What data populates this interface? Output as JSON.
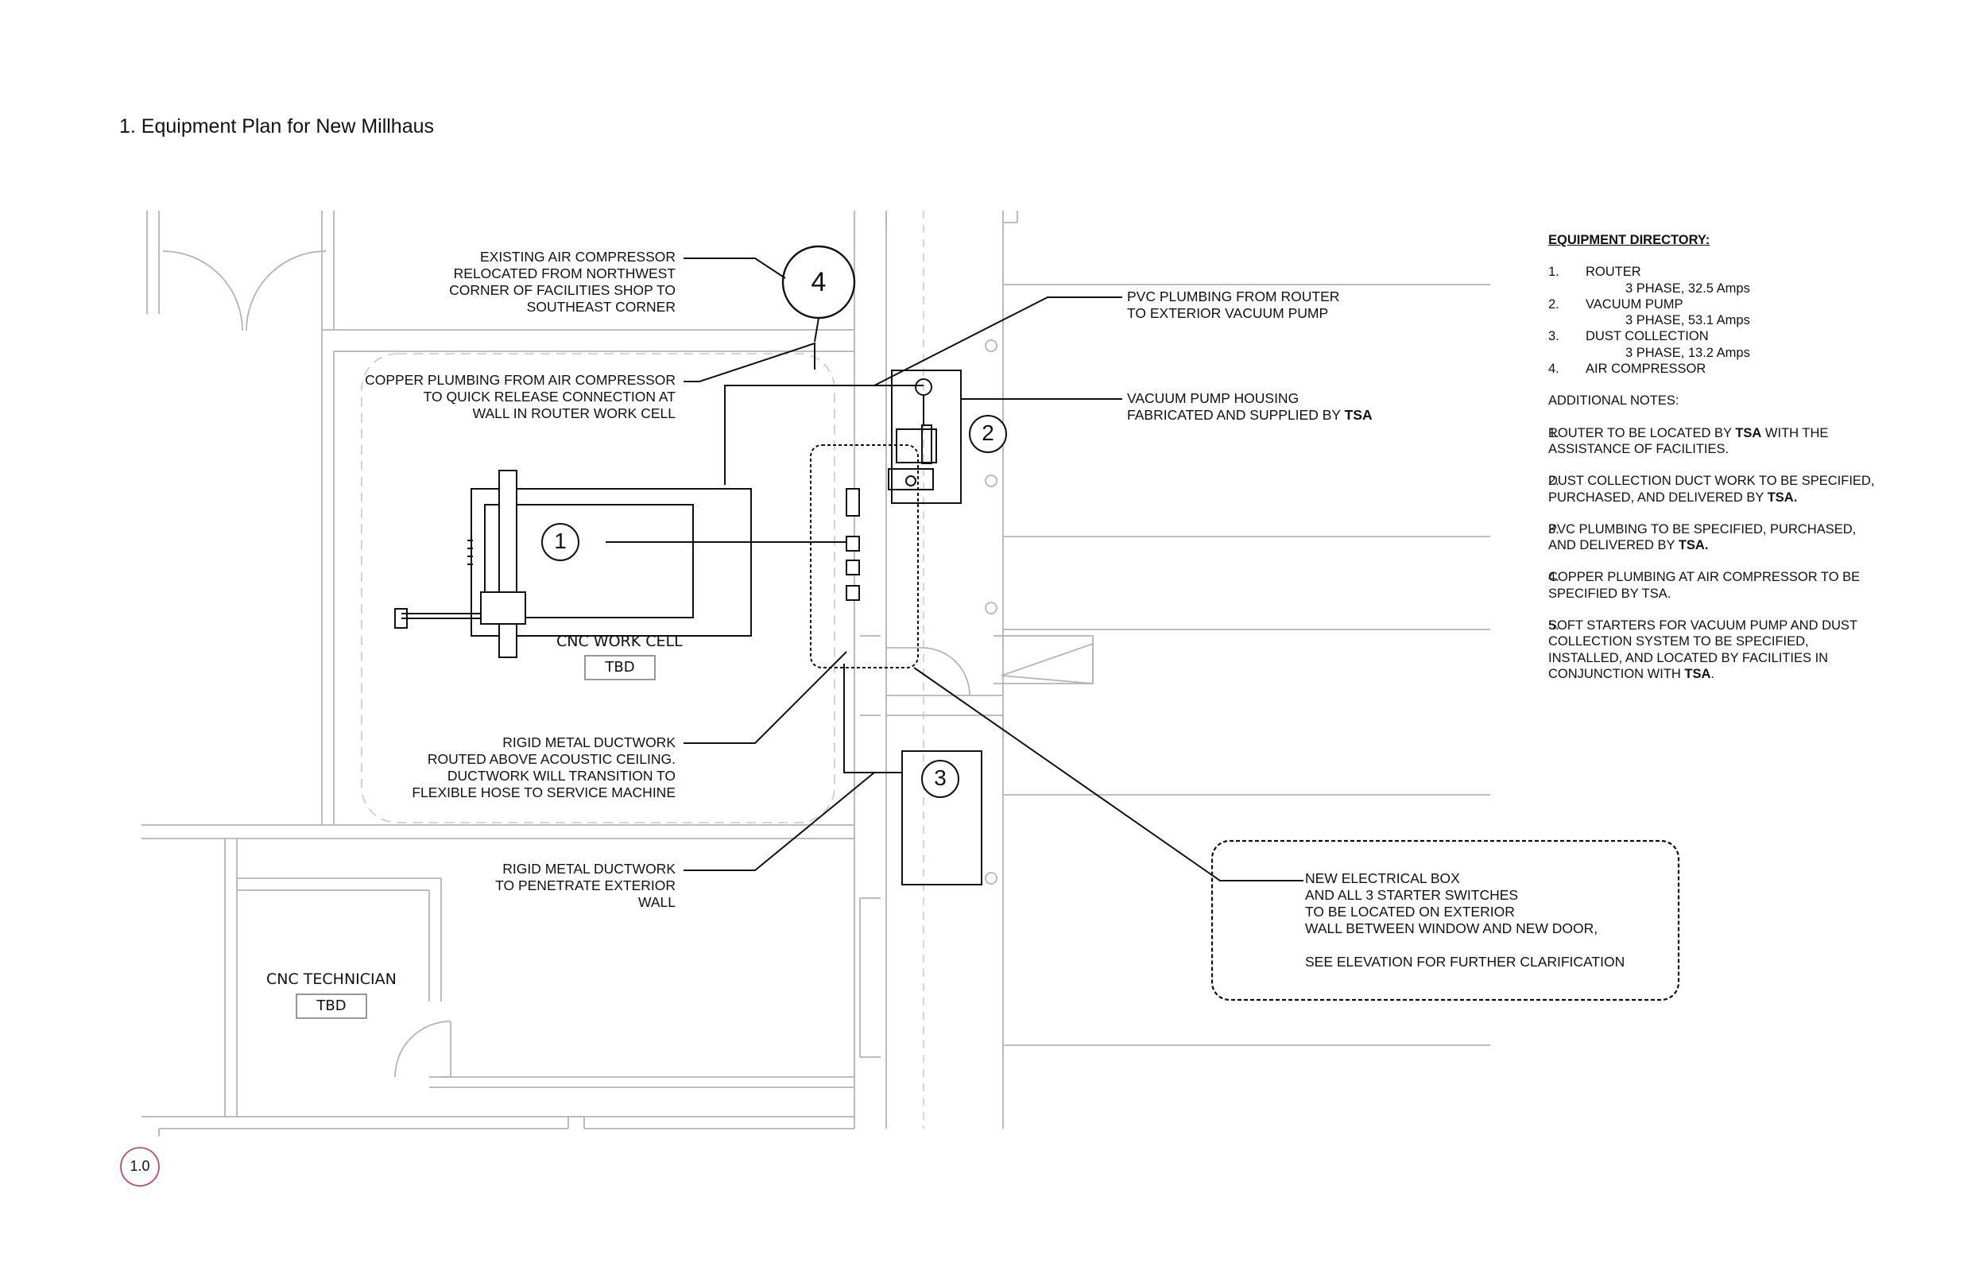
{
  "title": "1. Equipment Plan for New Millhaus",
  "sheet_number": "1.0",
  "rooms": {
    "work_cell": {
      "name": "CNC WORK CELL",
      "tag": "TBD"
    },
    "technician": {
      "name": "CNC TECHNICIAN",
      "tag": "TBD"
    }
  },
  "equipment_badges": {
    "router": "1",
    "vacuum_pump": "2",
    "dust_collection": "3",
    "air_compressor": "4"
  },
  "callouts": {
    "air_compressor": [
      "EXISTING AIR COMPRESSOR",
      "RELOCATED FROM NORTHWEST",
      "CORNER OF FACILITIES SHOP TO",
      "SOUTHEAST CORNER"
    ],
    "copper_plumbing": [
      "COPPER PLUMBING FROM AIR COMPRESSOR",
      "TO QUICK RELEASE CONNECTION AT",
      "WALL IN ROUTER WORK CELL"
    ],
    "pvc_plumbing": [
      "PVC PLUMBING FROM ROUTER",
      "TO EXTERIOR VACUUM PUMP"
    ],
    "vacuum_housing": {
      "line1": "VACUUM PUMP HOUSING",
      "line2_prefix": "FABRICATED AND SUPPLIED BY ",
      "line2_bold": "TSA"
    },
    "ductwork_ceiling": [
      "RIGID METAL DUCTWORK",
      "ROUTED ABOVE ACOUSTIC CEILING.",
      "DUCTWORK WILL TRANSITION TO",
      "FLEXIBLE HOSE TO SERVICE MACHINE"
    ],
    "ductwork_wall": [
      "RIGID METAL DUCTWORK",
      "TO PENETRATE EXTERIOR",
      "WALL"
    ],
    "electrical_box": [
      "NEW ELECTRICAL BOX",
      "AND ALL 3 STARTER SWITCHES",
      "TO BE LOCATED ON EXTERIOR",
      "WALL BETWEEN WINDOW AND NEW DOOR,",
      "SEE ELEVATION FOR FURTHER CLARIFICATION"
    ]
  },
  "directory": {
    "header": "EQUIPMENT DIRECTORY:",
    "items": [
      {
        "num": "1.",
        "name": "ROUTER",
        "spec": "3 PHASE, 32.5 Amps"
      },
      {
        "num": "2.",
        "name": "VACUUM PUMP",
        "spec": "3 PHASE, 53.1 Amps"
      },
      {
        "num": "3.",
        "name": "DUST COLLECTION",
        "spec": "3 PHASE, 13.2 Amps"
      },
      {
        "num": "4.",
        "name": "AIR COMPRESSOR",
        "spec": ""
      }
    ],
    "notes_header": "ADDITIONAL NOTES:",
    "notes": [
      {
        "num": "1.",
        "text_a": "ROUTER TO BE LOCATED BY ",
        "bold": "TSA",
        "text_b": " WITH THE ASSISTANCE OF FACILITIES."
      },
      {
        "num": "2.",
        "text_a": "DUST COLLECTION DUCT WORK TO BE SPECIFIED, PURCHASED, AND DELIVERED BY ",
        "bold": "TSA.",
        "text_b": ""
      },
      {
        "num": "3.",
        "text_a": "PVC PLUMBING TO BE SPECIFIED, PURCHASED, AND DELIVERED BY ",
        "bold": "TSA.",
        "text_b": ""
      },
      {
        "num": "4.",
        "text_a": "COPPER PLUMBING AT AIR COMPRESSOR TO BE SPECIFIED BY TSA.",
        "bold": "",
        "text_b": ""
      },
      {
        "num": "5.",
        "text_a": "SOFT STARTERS FOR VACUUM PUMP AND DUST COLLECTION SYSTEM TO BE SPECIFIED, INSTALLED, AND LOCATED BY FACILITIES IN CONJUNCTION WITH ",
        "bold": "TSA",
        "text_b": "."
      }
    ]
  },
  "colors": {
    "ink": "#111111",
    "wall": "#b4b4b4",
    "dashed": "#c8c8c8",
    "sheet_badge": "#c8324b"
  }
}
